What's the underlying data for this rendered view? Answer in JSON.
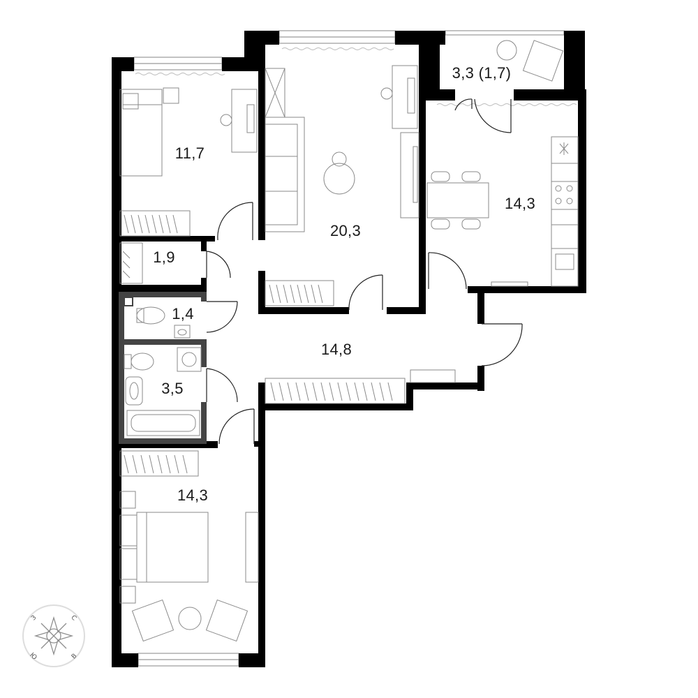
{
  "rooms": {
    "bedroom_top": "11,7",
    "living": "20,3",
    "balcony": "3,3 (1,7)",
    "kitchen": "14,3",
    "closet": "1,9",
    "toilet": "1,4",
    "hallway": "14,8",
    "bathroom": "3,5",
    "bedroom_bottom": "14,3"
  },
  "compass": {
    "west": "З",
    "north": "С",
    "south": "Ю",
    "east": "В"
  },
  "colors": {
    "wall": "#000000",
    "partition": "#444444",
    "furniture": "#888888",
    "text": "#1a1a1a"
  }
}
